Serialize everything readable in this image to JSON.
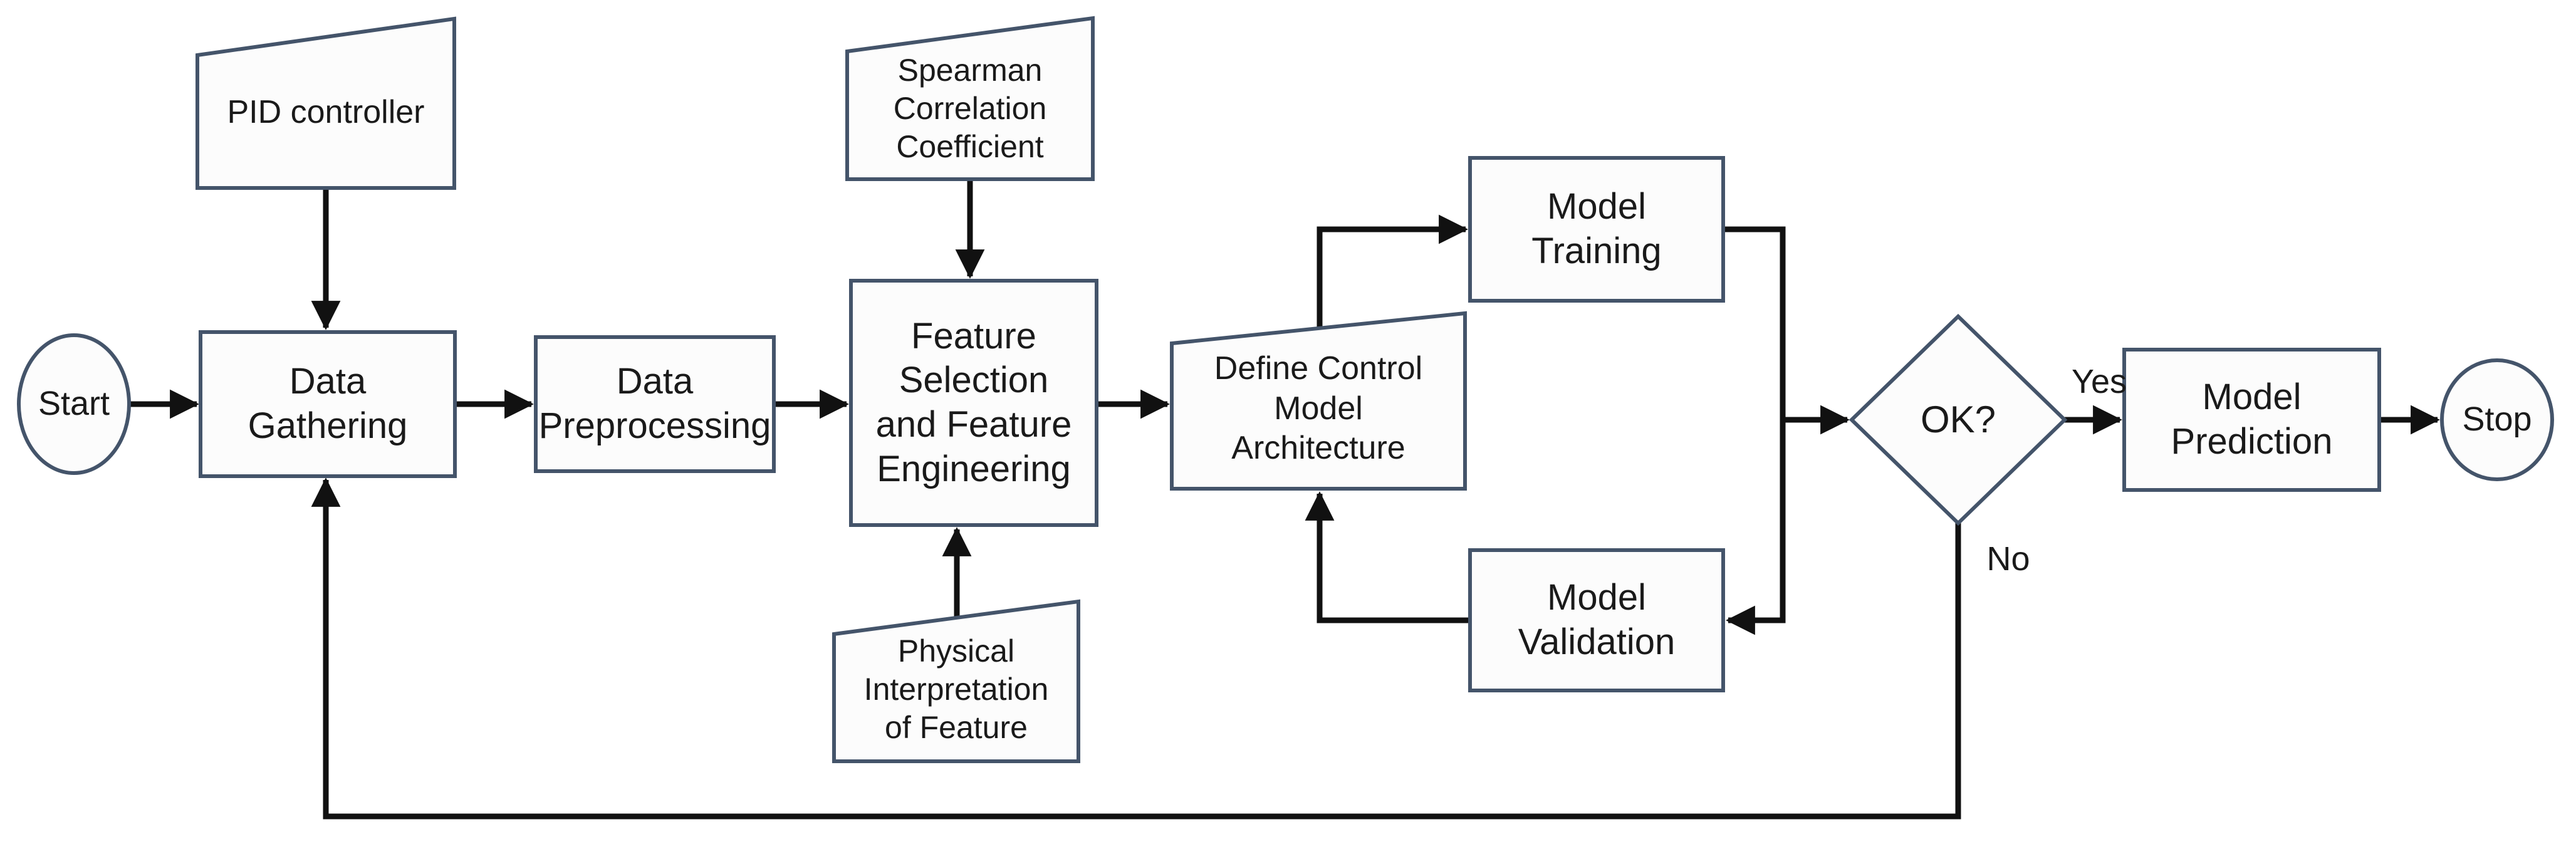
{
  "diagram": {
    "type": "flowchart",
    "background": "#ffffff",
    "colors": {
      "shape_border": "#44546A",
      "shape_fill": "#fcfcfc",
      "connector": "#111111",
      "text": "#1a1a1a"
    },
    "nodes": {
      "start": {
        "shape": "ellipse",
        "label": "Start"
      },
      "pid_controller": {
        "shape": "manual-input",
        "label": "PID controller"
      },
      "data_gathering": {
        "shape": "rect",
        "label": "Data\nGathering"
      },
      "data_preprocessing": {
        "shape": "rect",
        "label": "Data\nPreprocessing"
      },
      "spearman": {
        "shape": "manual-input",
        "label": "Spearman\nCorrelation\nCoefficient"
      },
      "feature_selection": {
        "shape": "rect",
        "label": "Feature\nSelection\nand Feature\nEngineering"
      },
      "physical_interpretation": {
        "shape": "manual-input",
        "label": "Physical\nInterpretation\nof Feature"
      },
      "define_architecture": {
        "shape": "manual-input",
        "label": "Define Control\nModel\nArchitecture"
      },
      "model_training": {
        "shape": "rect",
        "label": "Model\nTraining"
      },
      "model_validation": {
        "shape": "rect",
        "label": "Model\nValidation"
      },
      "decision_ok": {
        "shape": "diamond",
        "label": "OK?"
      },
      "model_prediction": {
        "shape": "rect",
        "label": "Model\nPrediction"
      },
      "stop": {
        "shape": "ellipse",
        "label": "Stop"
      }
    },
    "edge_labels": {
      "yes": "Yes",
      "no": "No"
    }
  }
}
